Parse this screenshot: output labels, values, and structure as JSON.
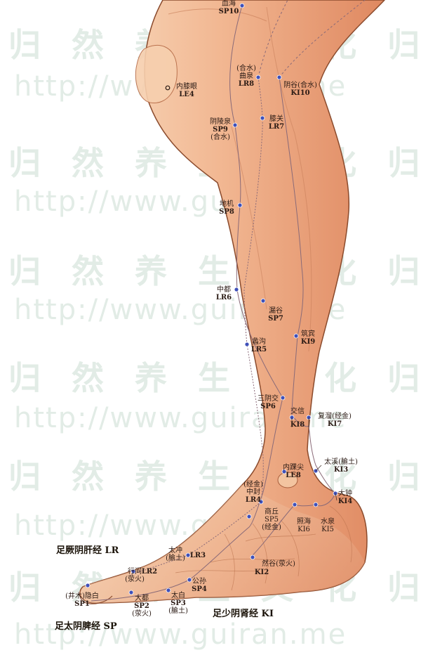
{
  "watermark": {
    "chinese": "归 然 养 生 文 化 归",
    "url": "http://www.guiran.me"
  },
  "meridians": [
    {
      "id": "lr",
      "label": "足厥阴肝经  LR"
    },
    {
      "id": "sp",
      "label": "足太阴脾经  SP"
    },
    {
      "id": "ki",
      "label": "足少阴肾经  KI"
    }
  ],
  "points": [
    {
      "id": "sp10",
      "name": "血海",
      "code": "SP10"
    },
    {
      "id": "le4",
      "name": "内膝眼",
      "code": "LE4"
    },
    {
      "id": "lr8",
      "pre": "(合水)",
      "name": "曲泉",
      "code": "LR8"
    },
    {
      "id": "ki10",
      "name": "阴谷(合水)",
      "code": "KI10"
    },
    {
      "id": "sp9",
      "name": "阴陵泉",
      "code": "SP9",
      "note": "(合水)"
    },
    {
      "id": "lr7",
      "name": "膝关",
      "code": "LR7"
    },
    {
      "id": "sp8",
      "name": "地机",
      "code": "SP8"
    },
    {
      "id": "lr6",
      "name": "中都",
      "code": "LR6"
    },
    {
      "id": "sp7",
      "name": "漏谷",
      "code": "SP7"
    },
    {
      "id": "ki9",
      "name": "筑宾",
      "code": "KI9"
    },
    {
      "id": "lr5",
      "name": "蠡沟",
      "code": "LR5"
    },
    {
      "id": "sp6",
      "name": "三阴交",
      "code": "SP6"
    },
    {
      "id": "ki8",
      "name": "交信",
      "code": "KI8"
    },
    {
      "id": "ki7",
      "name": "复溜(经金)",
      "code": "KI7"
    },
    {
      "id": "le8",
      "name": "内踝尖",
      "code": "LE8"
    },
    {
      "id": "ki3",
      "name": "太溪(腧土)",
      "code": "KI3"
    },
    {
      "id": "lr4",
      "pre": "(经金)",
      "name": "中封",
      "code": "LR4"
    },
    {
      "id": "ki4",
      "name": "大钟",
      "code": "KI4"
    },
    {
      "id": "sp5",
      "name": "商丘",
      "code": "SP5",
      "note": "(经金)"
    },
    {
      "id": "ki6",
      "name": "照海",
      "code": "KI6"
    },
    {
      "id": "ki5",
      "name": "水泉",
      "code": "KI5"
    },
    {
      "id": "lr3",
      "name": "太冲",
      "code": "LR3",
      "note": "(腧土)"
    },
    {
      "id": "lr2",
      "name": "行间",
      "code": "LR2",
      "note": "(荥火)"
    },
    {
      "id": "ki2",
      "name": "然谷(荥火)",
      "code": "KI2"
    },
    {
      "id": "sp4",
      "name": "公孙",
      "code": "SP4"
    },
    {
      "id": "sp1",
      "pre": "(井木)",
      "name": "隐白",
      "code": "SP1"
    },
    {
      "id": "sp2",
      "name": "大都",
      "code": "SP2",
      "note": "(荥火)"
    },
    {
      "id": "sp3",
      "name": "太白",
      "code": "SP3",
      "note": "(腧土)"
    }
  ],
  "colors": {
    "skin_light": "#f6d0ae",
    "skin_mid": "#eda87f",
    "skin_dark": "#d98058",
    "outline": "#8a4a2c",
    "point": "#3f50b8",
    "meridian_line": "#8a6a78"
  }
}
